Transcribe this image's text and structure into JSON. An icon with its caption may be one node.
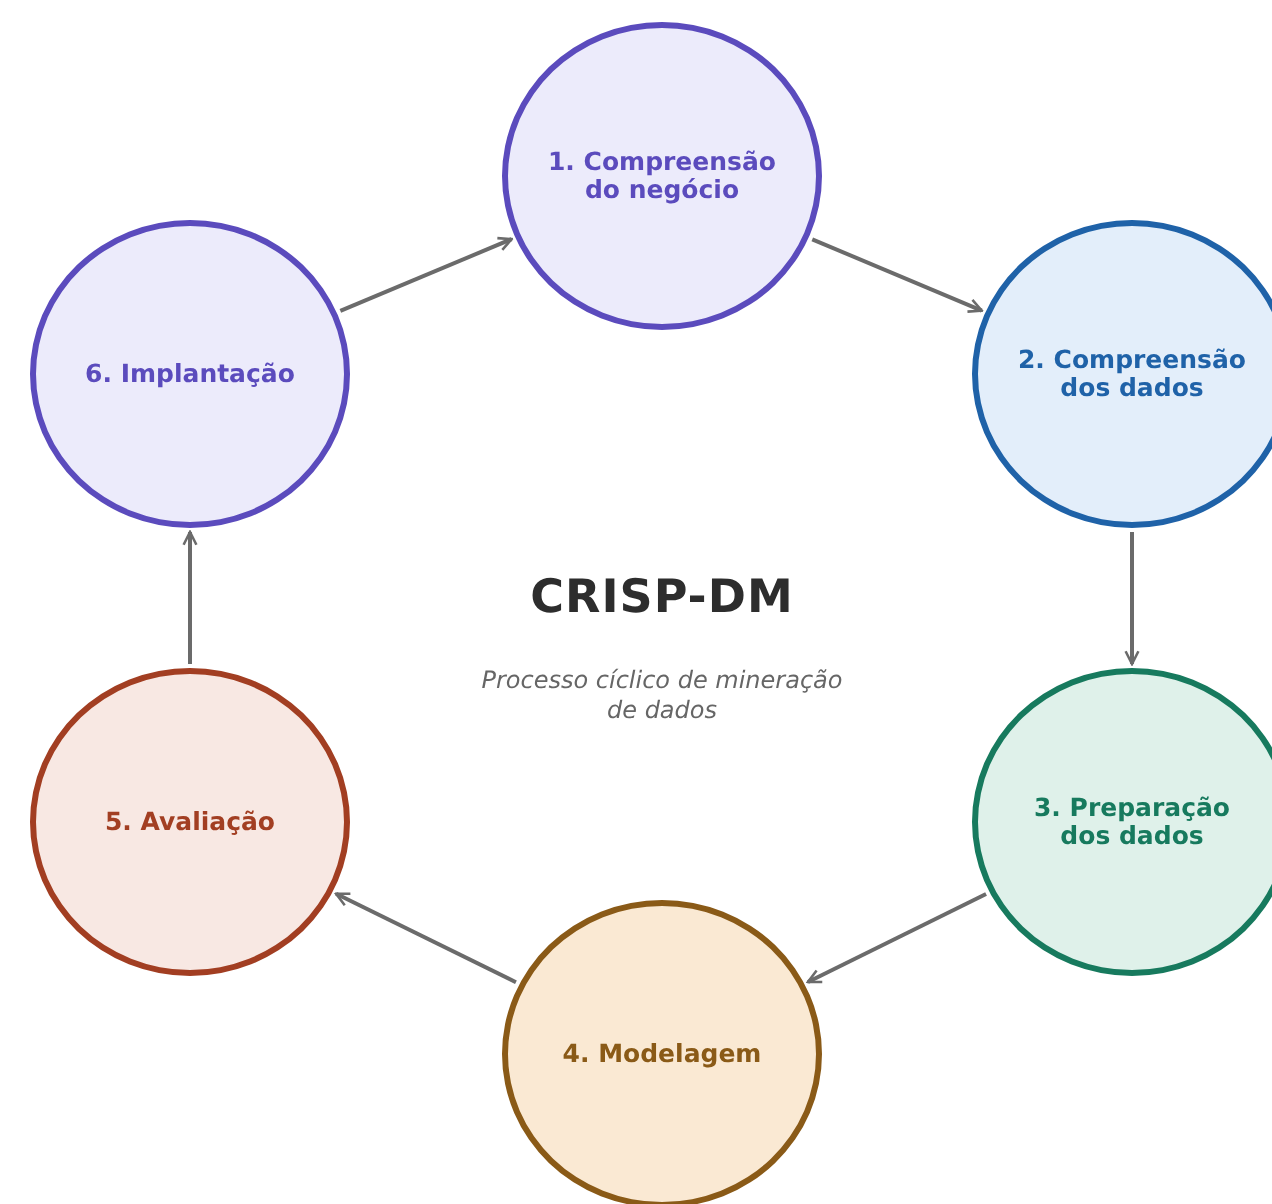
{
  "diagram": {
    "title": "CRISP-DM",
    "caption": "Processo cíclico de mineração de dados",
    "nodes": [
      {
        "text": [
          "1. Compreensão do negócio"
        ]
      },
      {
        "text": [
          "2. Compreensão dos dados"
        ]
      },
      {
        "text": [
          "3. Preparação dos dados"
        ]
      },
      {
        "text": [
          "4. Modelagem"
        ]
      },
      {
        "text": [
          "5. Avaliação"
        ]
      },
      {
        "text": [
          "6. Implantação"
        ]
      }
    ],
    "edges": [
      {
        "from": 5,
        "to": 0,
        "arrow": "to"
      },
      {
        "from": 0,
        "to": 1,
        "arrow": "to"
      },
      {
        "from": 1,
        "to": 2,
        "arrow": "to"
      },
      {
        "from": 2,
        "to": 3,
        "arrow": "to"
      },
      {
        "from": 3,
        "to": 4,
        "arrow": "to"
      },
      {
        "from": 4,
        "to": 5,
        "arrow": "to"
      }
    ]
  }
}
